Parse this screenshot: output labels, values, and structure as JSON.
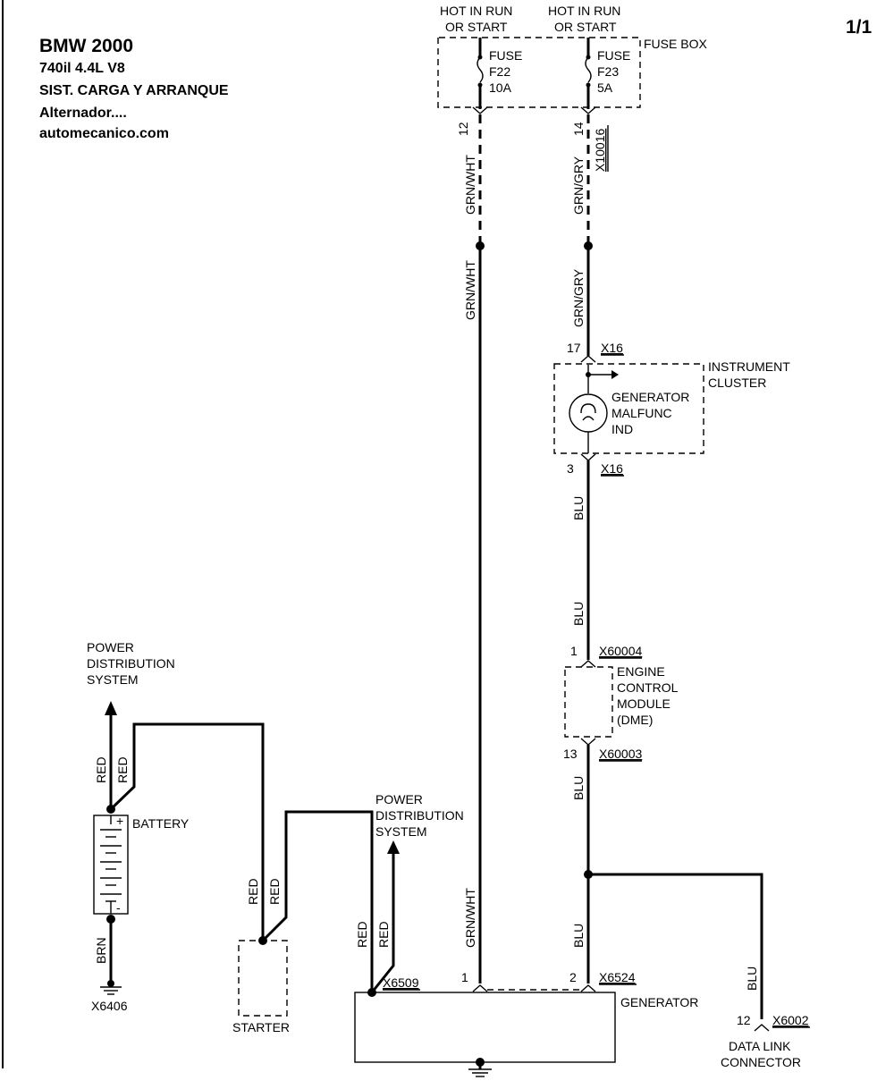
{
  "header": {
    "title": "BMW  2000",
    "line2": "740il  4.4L  V8",
    "line3": "SIST. CARGA Y ARRANQUE",
    "line4": "Alternador....",
    "line5": "automecanico.com",
    "page": "1/1"
  },
  "fuse_box": {
    "label": "FUSE BOX",
    "hot_left": [
      "HOT IN RUN",
      "OR START"
    ],
    "hot_right": [
      "HOT IN RUN",
      "OR START"
    ],
    "fuse_left": [
      "FUSE",
      "F22",
      "10A"
    ],
    "fuse_right": [
      "FUSE",
      "F23",
      "5A"
    ],
    "pin_left": "12",
    "pin_right": "14",
    "connector_right": "X10016"
  },
  "wires": {
    "grn_wht": "GRN/WHT",
    "grn_gry": "GRN/GRY",
    "blu": "BLU",
    "red": "RED",
    "brn": "BRN"
  },
  "instrument_cluster": {
    "label": [
      "INSTRUMENT",
      "CLUSTER"
    ],
    "lamp": [
      "GENERATOR",
      "MALFUNC",
      "IND"
    ],
    "pin_top": "17",
    "conn_top": "X16",
    "pin_bottom": "3",
    "conn_bottom": "X16"
  },
  "ecm": {
    "label": [
      "ENGINE",
      "CONTROL",
      "MODULE",
      "(DME)"
    ],
    "pin_top": "1",
    "conn_top": "X60004",
    "pin_bottom": "13",
    "conn_bottom": "X60003"
  },
  "generator": {
    "label": "GENERATOR",
    "pin1": "1",
    "pin2": "2",
    "conn_b": "X6509",
    "conn_pins": "X6524"
  },
  "battery": {
    "label": "BATTERY",
    "plus": "+",
    "minus": "-",
    "ground": "X6406"
  },
  "starter": {
    "label": "STARTER"
  },
  "power_dist_left": [
    "POWER",
    "DISTRIBUTION",
    "SYSTEM"
  ],
  "power_dist_mid": [
    "POWER",
    "DISTRIBUTION",
    "SYSTEM"
  ],
  "data_link": {
    "label": [
      "DATA LINK",
      "CONNECTOR"
    ],
    "pin": "12",
    "conn": "X6002"
  }
}
